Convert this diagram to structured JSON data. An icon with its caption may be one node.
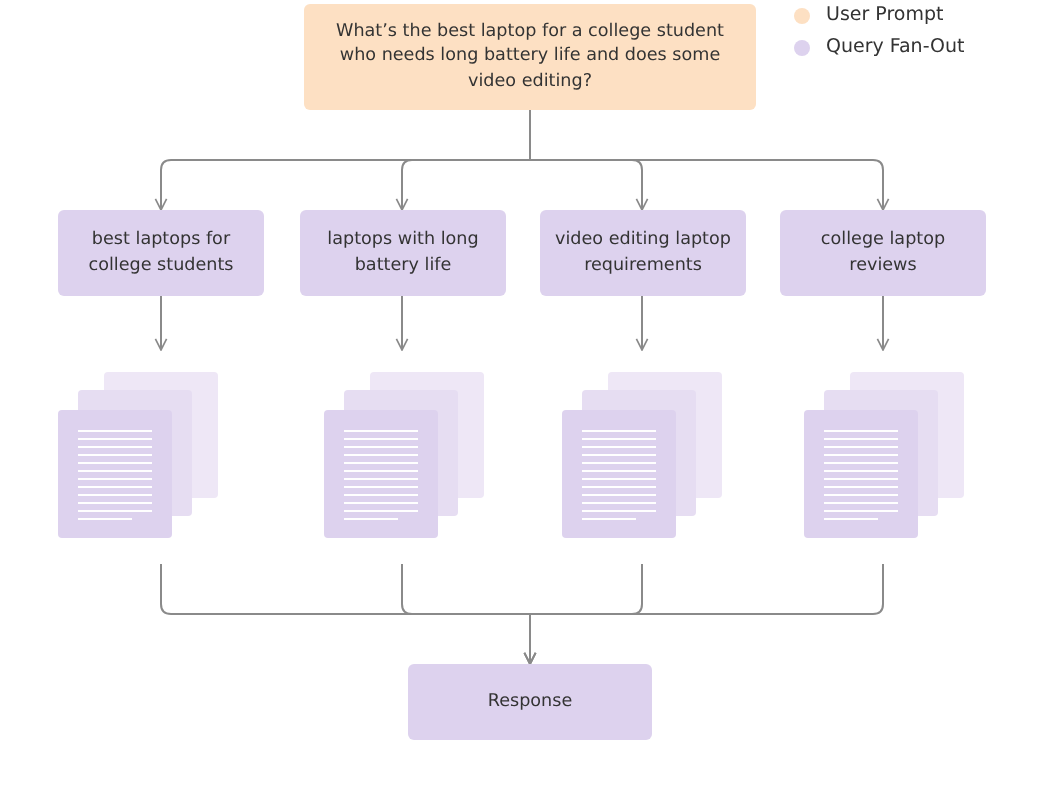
{
  "diagram": {
    "nodes": [
      {
        "text": [
          "What’s the best laptop for a college student who needs long battery life and does some video editing?"
        ]
      },
      {
        "text": [
          "best laptops for college students"
        ]
      },
      {
        "text": [
          "laptops with long battery life"
        ]
      },
      {
        "text": [
          "video editing laptop requirements"
        ]
      },
      {
        "text": [
          "college laptop reviews"
        ]
      },
      {
        "text": [],
        "shape": "document"
      },
      {
        "text": [],
        "shape": "document"
      },
      {
        "text": [],
        "shape": "document"
      },
      {
        "text": [],
        "shape": "document"
      },
      {
        "text": [
          "Response"
        ]
      }
    ],
    "edges": [
      {
        "from": 0,
        "to": 1,
        "arrow": "to"
      },
      {
        "from": 0,
        "to": 2,
        "arrow": "to"
      },
      {
        "from": 0,
        "to": 3,
        "arrow": "to"
      },
      {
        "from": 0,
        "to": 4,
        "arrow": "to"
      },
      {
        "from": 1,
        "to": 5,
        "arrow": "to"
      },
      {
        "from": 2,
        "to": 6,
        "arrow": "to"
      },
      {
        "from": 3,
        "to": 7,
        "arrow": "to"
      },
      {
        "from": 4,
        "to": 8,
        "arrow": "to"
      },
      {
        "from": 5,
        "to": 9,
        "arrow": "to"
      },
      {
        "from": 6,
        "to": 9,
        "arrow": "to"
      },
      {
        "from": 7,
        "to": 9,
        "arrow": "to"
      },
      {
        "from": 8,
        "to": 9,
        "arrow": "to"
      }
    ],
    "legend": [
      {
        "text": "User Prompt",
        "color": "#fde0c3"
      },
      {
        "text": "Query Fan-Out",
        "color": "#ddd2ee"
      }
    ]
  }
}
